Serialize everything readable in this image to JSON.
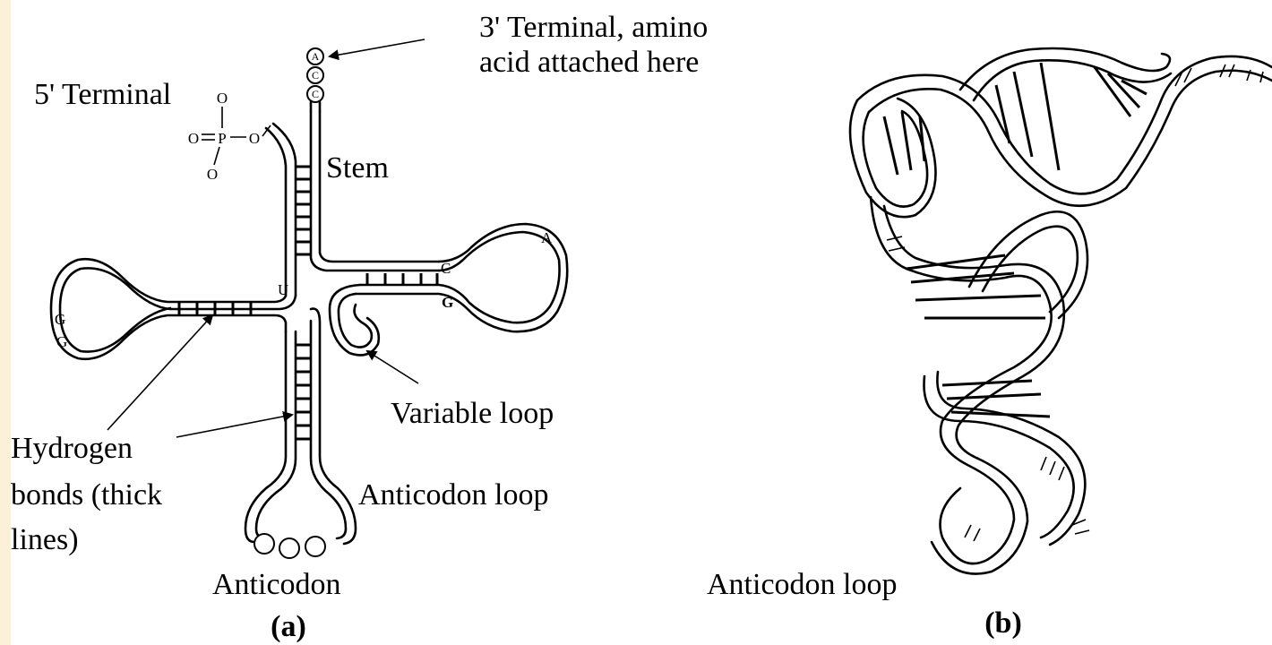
{
  "panel_a": {
    "three_prime_line1": "3' Terminal, amino",
    "three_prime_line2": "acid attached here",
    "five_prime": "5' Terminal",
    "phosphate": {
      "p": "P",
      "o": "O"
    },
    "stem": "Stem",
    "variable_loop": "Variable loop",
    "hydrogen_line1": "Hydrogen",
    "hydrogen_line2": "bonds (thick",
    "hydrogen_line3": "lines)",
    "anticodon_loop": "Anticodon loop",
    "anticodon": "Anticodon",
    "cca_bases": [
      "A",
      "C",
      "C"
    ],
    "base_A_right": "A",
    "base_C_right": "C",
    "base_G_right": "G",
    "base_G_left_1": "G",
    "base_G_left_2": "G",
    "base_U_left": "U",
    "caption": "(a)"
  },
  "panel_b": {
    "anticodon_loop": "Anticodon loop",
    "caption": "(b)"
  }
}
